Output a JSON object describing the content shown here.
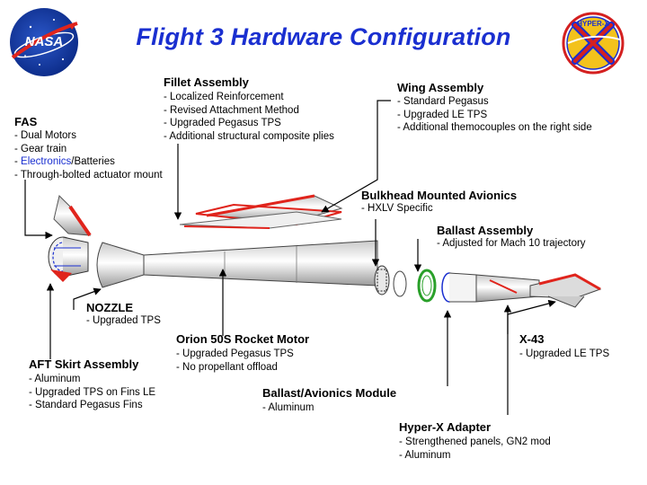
{
  "title": "Flight 3 Hardware Configuration",
  "logos": {
    "left": {
      "text": "NASA",
      "icon": "nasa-meatball-logo"
    },
    "right": {
      "text": "HYPER-X",
      "icon": "hyper-x-patch-logo"
    }
  },
  "colors": {
    "title": "#1a2fd0",
    "tps_red": "#e0241c",
    "leader": "#000000",
    "ballast_green": "#2aa02a"
  },
  "labels": {
    "fillet": {
      "heading": "Fillet Assembly",
      "items": [
        "- Localized Reinforcement",
        "- Revised Attachment Method",
        "- Upgraded Pegasus TPS",
        "- Additional structural composite plies"
      ]
    },
    "wing": {
      "heading": "Wing Assembly",
      "items": [
        "- Standard Pegasus",
        "- Upgraded LE TPS",
        "- Additional themocouples on the right side"
      ]
    },
    "fas": {
      "heading": "FAS",
      "items": [
        "- Dual Motors",
        "- Gear train",
        "- ",
        "- Through-bolted actuator  mount"
      ],
      "electronics_link": "Electronics",
      "electronics_rest": "/Batteries"
    },
    "bulkhead": {
      "heading": "Bulkhead Mounted Avionics",
      "items": [
        "- HXLV Specific"
      ]
    },
    "ballast": {
      "heading": "Ballast Assembly",
      "items": [
        "- Adjusted for Mach 10 trajectory"
      ]
    },
    "nozzle": {
      "heading": "NOZZLE",
      "items": [
        "- Upgraded TPS"
      ]
    },
    "orion": {
      "heading": "Orion 50S Rocket Motor",
      "items": [
        "- Upgraded Pegasus TPS",
        "- No propellant offload"
      ]
    },
    "x43": {
      "heading": "X-43",
      "items": [
        "- Upgraded LE TPS"
      ]
    },
    "aft": {
      "heading": "AFT Skirt Assembly",
      "items": [
        "- Aluminum",
        "- Upgraded TPS on Fins LE",
        "- Standard Pegasus Fins"
      ]
    },
    "ballast_module": {
      "heading": "Ballast/Avionics Module",
      "items": [
        "- Aluminum"
      ]
    },
    "adapter": {
      "heading": "Hyper-X Adapter",
      "items": [
        "- Strengthened panels, GN2 mod",
        "- Aluminum"
      ]
    }
  }
}
